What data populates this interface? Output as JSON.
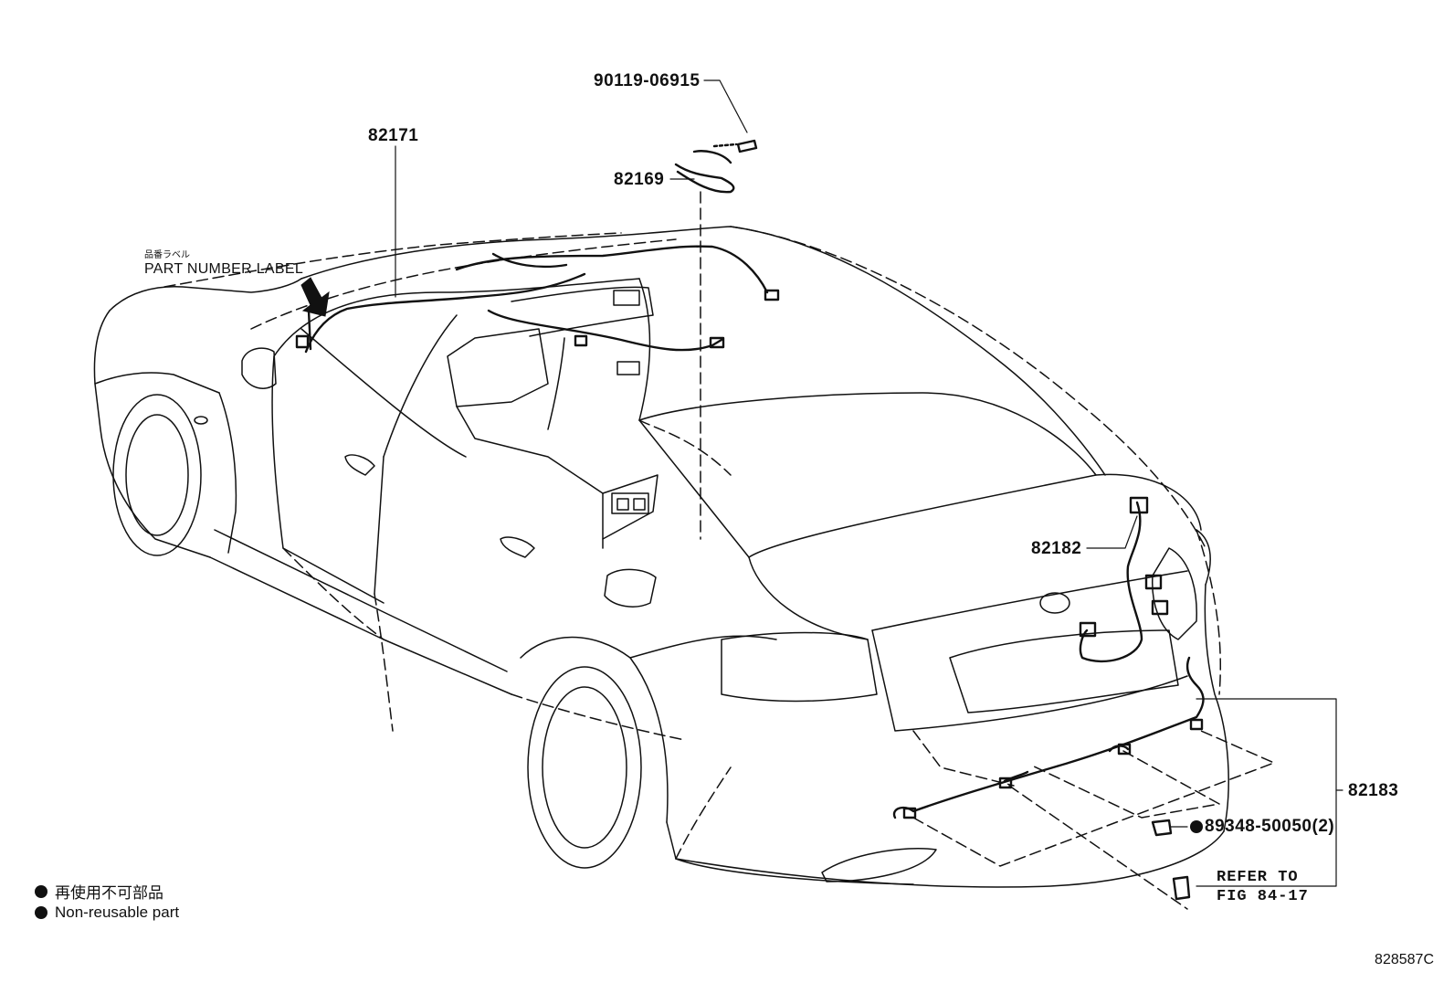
{
  "callouts": {
    "bolt": "90119-06915",
    "harness_roof": "82171",
    "harness_overhead": "82169",
    "harness_trunk_lid": "82182",
    "harness_rear_bumper": "82183",
    "clamp": "89348-50050(2)",
    "refer_line1": "REFER TO",
    "refer_line2": "FIG 84-17"
  },
  "part_label": {
    "japanese": "品番ラベル",
    "english": "PART NUMBER LABEL"
  },
  "legend": {
    "japanese": "再使用不可部品",
    "english": "Non-reusable part"
  },
  "figure_code": "828587C",
  "icons": [
    "arrow-down-right-icon",
    "non-reusable-dot-icon"
  ],
  "colors": {
    "ink": "#111111",
    "background": "#ffffff"
  }
}
